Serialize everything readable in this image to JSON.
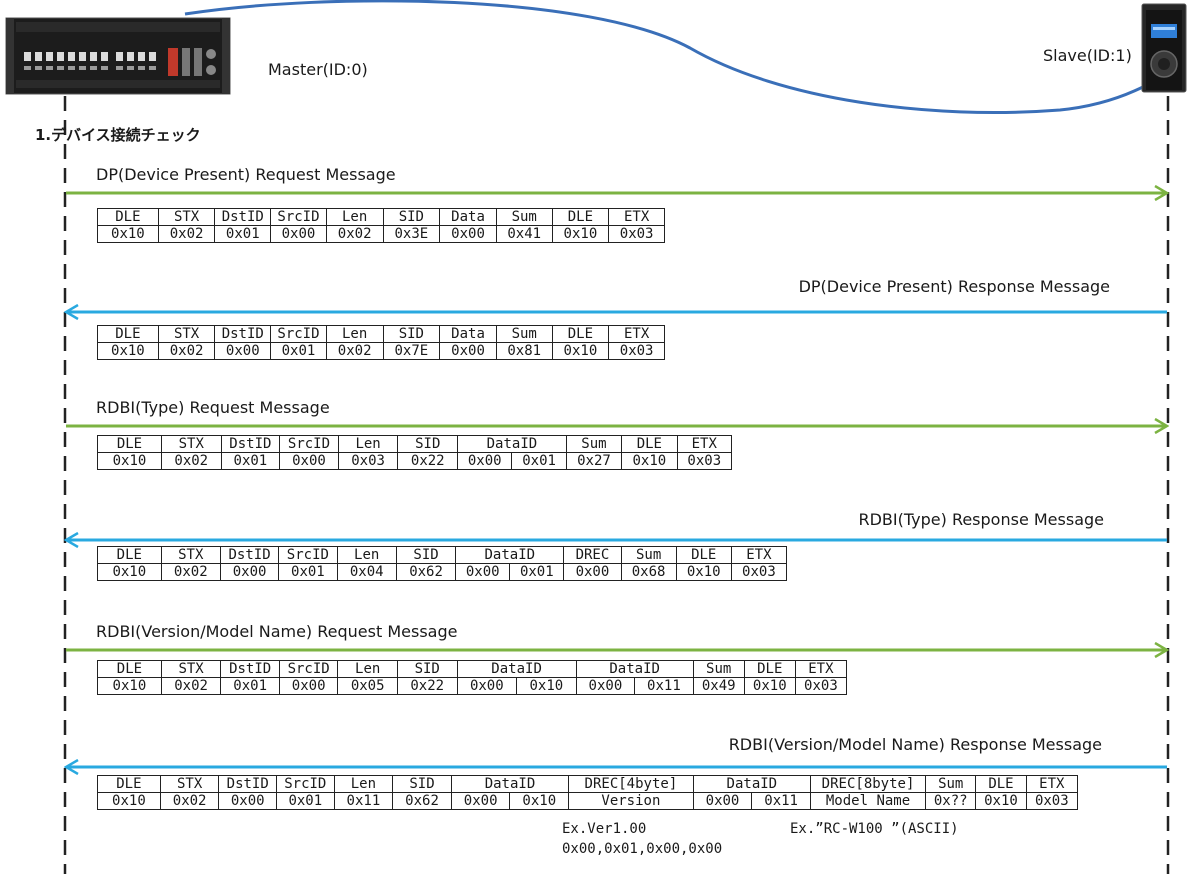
{
  "master": {
    "label": "Master(ID:0)"
  },
  "slave": {
    "label": "Slave(ID:1)"
  },
  "section_title": "1.デバイス接続チェック",
  "colors": {
    "request_arrow": "#7cb342",
    "response_arrow": "#29a9e0",
    "cable": "#3a6fb8",
    "lifeline": "#222222"
  },
  "messages": [
    {
      "label": "DP(Device Present) Request Message",
      "direction": "request",
      "columns": [
        {
          "name": "DLE",
          "span": 1
        },
        {
          "name": "STX",
          "span": 1
        },
        {
          "name": "DstID",
          "span": 1
        },
        {
          "name": "SrcID",
          "span": 1
        },
        {
          "name": "Len",
          "span": 1
        },
        {
          "name": "SID",
          "span": 1
        },
        {
          "name": "Data",
          "span": 1
        },
        {
          "name": "Sum",
          "span": 1
        },
        {
          "name": "DLE",
          "span": 1
        },
        {
          "name": "ETX",
          "span": 1
        }
      ],
      "values": [
        "0x10",
        "0x02",
        "0x01",
        "0x00",
        "0x02",
        "0x3E",
        "0x00",
        "0x41",
        "0x10",
        "0x03"
      ]
    },
    {
      "label": "DP(Device Present) Response Message",
      "direction": "response",
      "columns": [
        {
          "name": "DLE",
          "span": 1
        },
        {
          "name": "STX",
          "span": 1
        },
        {
          "name": "DstID",
          "span": 1
        },
        {
          "name": "SrcID",
          "span": 1
        },
        {
          "name": "Len",
          "span": 1
        },
        {
          "name": "SID",
          "span": 1
        },
        {
          "name": "Data",
          "span": 1
        },
        {
          "name": "Sum",
          "span": 1
        },
        {
          "name": "DLE",
          "span": 1
        },
        {
          "name": "ETX",
          "span": 1
        }
      ],
      "values": [
        "0x10",
        "0x02",
        "0x00",
        "0x01",
        "0x02",
        "0x7E",
        "0x00",
        "0x81",
        "0x10",
        "0x03"
      ]
    },
    {
      "label": "RDBI(Type) Request Message",
      "direction": "request",
      "columns": [
        {
          "name": "DLE",
          "span": 1
        },
        {
          "name": "STX",
          "span": 1
        },
        {
          "name": "DstID",
          "span": 1
        },
        {
          "name": "SrcID",
          "span": 1
        },
        {
          "name": "Len",
          "span": 1
        },
        {
          "name": "SID",
          "span": 1
        },
        {
          "name": "DataID",
          "span": 2
        },
        {
          "name": "Sum",
          "span": 1
        },
        {
          "name": "DLE",
          "span": 1
        },
        {
          "name": "ETX",
          "span": 1
        }
      ],
      "values": [
        "0x10",
        "0x02",
        "0x01",
        "0x00",
        "0x03",
        "0x22",
        "0x00",
        "0x01",
        "0x27",
        "0x10",
        "0x03"
      ]
    },
    {
      "label": "RDBI(Type) Response Message",
      "direction": "response",
      "columns": [
        {
          "name": "DLE",
          "span": 1
        },
        {
          "name": "STX",
          "span": 1
        },
        {
          "name": "DstID",
          "span": 1
        },
        {
          "name": "SrcID",
          "span": 1
        },
        {
          "name": "Len",
          "span": 1
        },
        {
          "name": "SID",
          "span": 1
        },
        {
          "name": "DataID",
          "span": 2
        },
        {
          "name": "DREC",
          "span": 1
        },
        {
          "name": "Sum",
          "span": 1
        },
        {
          "name": "DLE",
          "span": 1
        },
        {
          "name": "ETX",
          "span": 1
        }
      ],
      "values": [
        "0x10",
        "0x02",
        "0x00",
        "0x01",
        "0x04",
        "0x62",
        "0x00",
        "0x01",
        "0x00",
        "0x68",
        "0x10",
        "0x03"
      ]
    },
    {
      "label": "RDBI(Version/Model Name) Request Message",
      "direction": "request",
      "columns": [
        {
          "name": "DLE",
          "span": 1
        },
        {
          "name": "STX",
          "span": 1
        },
        {
          "name": "DstID",
          "span": 1
        },
        {
          "name": "SrcID",
          "span": 1
        },
        {
          "name": "Len",
          "span": 1
        },
        {
          "name": "SID",
          "span": 1
        },
        {
          "name": "DataID",
          "span": 2
        },
        {
          "name": "DataID",
          "span": 2
        },
        {
          "name": "Sum",
          "span": 1
        },
        {
          "name": "DLE",
          "span": 1
        },
        {
          "name": "ETX",
          "span": 1
        }
      ],
      "values": [
        "0x10",
        "0x02",
        "0x01",
        "0x00",
        "0x05",
        "0x22",
        "0x00",
        "0x10",
        "0x00",
        "0x11",
        "0x49",
        "0x10",
        "0x03"
      ]
    },
    {
      "label": "RDBI(Version/Model Name)  Response Message",
      "direction": "response",
      "columns": [
        {
          "name": "DLE",
          "span": 1
        },
        {
          "name": "STX",
          "span": 1
        },
        {
          "name": "DstID",
          "span": 1
        },
        {
          "name": "SrcID",
          "span": 1
        },
        {
          "name": "Len",
          "span": 1
        },
        {
          "name": "SID",
          "span": 1
        },
        {
          "name": "DataID",
          "span": 2
        },
        {
          "name": "DREC[4byte]",
          "span": 1
        },
        {
          "name": "DataID",
          "span": 2
        },
        {
          "name": "DREC[8byte]",
          "span": 1
        },
        {
          "name": "Sum",
          "span": 1
        },
        {
          "name": "DLE",
          "span": 1
        },
        {
          "name": "ETX",
          "span": 1
        }
      ],
      "values": [
        "0x10",
        "0x02",
        "0x00",
        "0x01",
        "0x11",
        "0x62",
        "0x00",
        "0x10",
        "Version",
        "0x00",
        "0x11",
        "Model Name",
        "0x??",
        "0x10",
        "0x03"
      ],
      "notes": {
        "version_example": "Ex.Ver1.00",
        "version_bytes": "0x00,0x01,0x00,0x00",
        "model_example": "Ex.”RC-W100 ”(ASCII)"
      }
    }
  ]
}
